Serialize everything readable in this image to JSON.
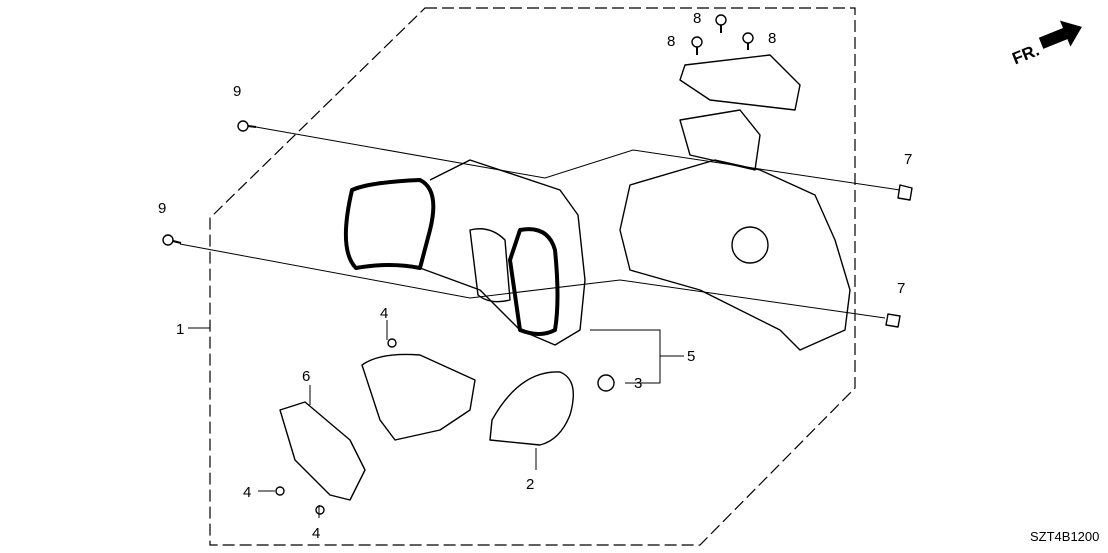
{
  "direction_label": "FR.",
  "diagram_code": "SZT4B1200",
  "callouts": [
    {
      "id": "9a",
      "text": "9"
    },
    {
      "id": "9b",
      "text": "9"
    },
    {
      "id": "1",
      "text": "1"
    },
    {
      "id": "4a",
      "text": "4"
    },
    {
      "id": "6",
      "text": "6"
    },
    {
      "id": "4b",
      "text": "4"
    },
    {
      "id": "4c",
      "text": "4"
    },
    {
      "id": "2",
      "text": "2"
    },
    {
      "id": "3",
      "text": "3"
    },
    {
      "id": "5",
      "text": "5"
    },
    {
      "id": "7a",
      "text": "7"
    },
    {
      "id": "7b",
      "text": "7"
    },
    {
      "id": "8a",
      "text": "8"
    },
    {
      "id": "8b",
      "text": "8"
    },
    {
      "id": "8c",
      "text": "8"
    }
  ]
}
